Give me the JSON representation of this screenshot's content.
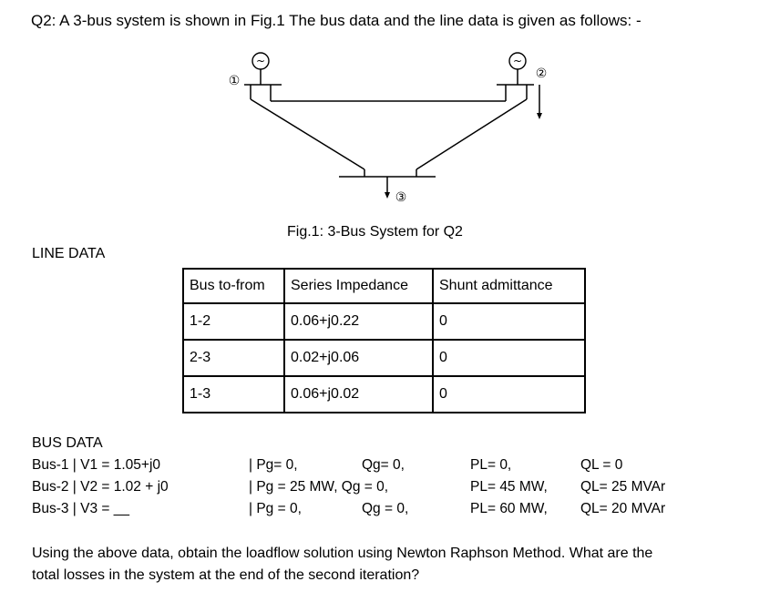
{
  "question": "Q2:  A 3-bus system is shown in Fig.1 The bus data and the line data is given as follows: -",
  "figure": {
    "bus_labels": [
      "①",
      "②",
      "③"
    ],
    "generator_symbol": "~",
    "caption": "Fig.1: 3-Bus System for Q2"
  },
  "line_data": {
    "heading": "LINE DATA",
    "headers": [
      "Bus to-from",
      "Series Impedance",
      "Shunt admittance"
    ],
    "rows": [
      [
        "1-2",
        "0.06+j0.22",
        "0"
      ],
      [
        "2-3",
        "0.02+j0.06",
        "0"
      ],
      [
        "1-3",
        "0.06+j0.02",
        "0"
      ]
    ]
  },
  "bus_data": {
    "heading": "BUS DATA",
    "rows": [
      {
        "bus": "Bus-1 | V1 = 1.05+j0",
        "pg": "| Pg= 0,",
        "qg": "Qg= 0,",
        "pl": "PL= 0,",
        "ql": "QL = 0"
      },
      {
        "bus": "Bus-2 | V2 = 1.02 + j0",
        "pg": "| Pg = 25 MW, Qg = 0,",
        "qg": "",
        "pl": "PL= 45 MW,",
        "ql": "QL= 25 MVAr"
      },
      {
        "bus": "Bus-3 | V3 = __",
        "pg": "| Pg = 0,",
        "qg": "Qg = 0,",
        "pl": "PL= 60 MW,",
        "ql": "QL= 20 MVAr"
      }
    ]
  },
  "instruction_line1": "Using the above data, obtain the loadflow solution using Newton Raphson Method. What are the",
  "instruction_line2": "total losses in the system at the end of the second iteration?"
}
